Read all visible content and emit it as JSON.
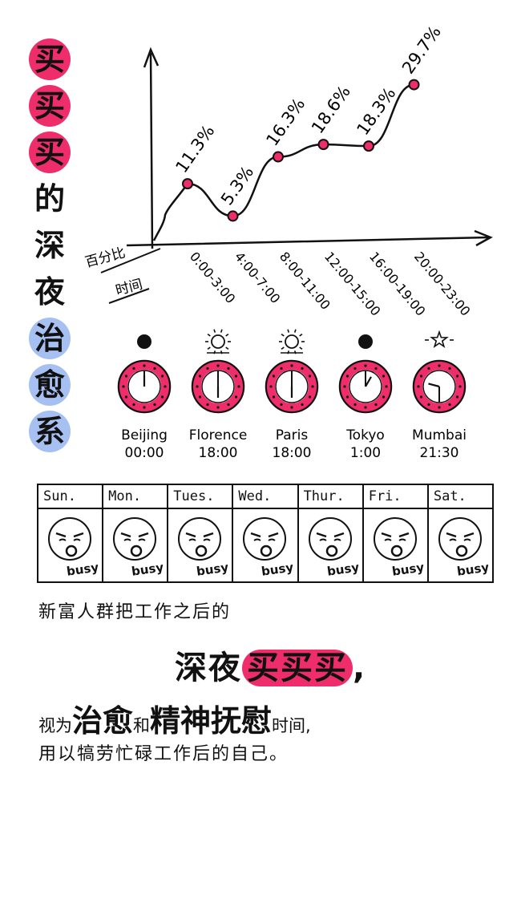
{
  "title_chars": [
    {
      "char": "买",
      "style": "pink"
    },
    {
      "char": "买",
      "style": "pink"
    },
    {
      "char": "买",
      "style": "pink"
    },
    {
      "char": "的",
      "style": "plain"
    },
    {
      "char": "深",
      "style": "plain"
    },
    {
      "char": "夜",
      "style": "plain"
    },
    {
      "char": "治",
      "style": "blue"
    },
    {
      "char": "愈",
      "style": "blue"
    },
    {
      "char": "系",
      "style": "blue"
    }
  ],
  "chart_data": {
    "type": "line",
    "ylabel": "百分比",
    "xlabel": "时间",
    "categories": [
      "0:00-3:00",
      "4:00-7:00",
      "8:00-11:00",
      "12:00-15:00",
      "16:00-19:00",
      "20:00-23:00"
    ],
    "points": [
      {
        "label": "11.3%",
        "value": 11.3
      },
      {
        "label": "5.3%",
        "value": 5.3
      },
      {
        "label": "16.3%",
        "value": 16.3
      },
      {
        "label": "18.6%",
        "value": 18.6
      },
      {
        "label": "18.3%",
        "value": 18.3
      },
      {
        "label": "29.7%",
        "value": 29.7
      }
    ],
    "ylim": [
      0,
      35
    ],
    "grid": false,
    "colors": {
      "marker": "#ee2d6a",
      "line": "#111111"
    }
  },
  "clocks": [
    {
      "city": "Beijing",
      "time": "00:00",
      "icon": "moon-icon",
      "hour": 0,
      "minute": 0
    },
    {
      "city": "Florence",
      "time": "18:00",
      "icon": "sun-icon",
      "hour": 18,
      "minute": 0
    },
    {
      "city": "Paris",
      "time": "18:00",
      "icon": "sun-icon",
      "hour": 18,
      "minute": 0
    },
    {
      "city": "Tokyo",
      "time": "1:00",
      "icon": "moon-icon",
      "hour": 1,
      "minute": 0
    },
    {
      "city": "Mumbai",
      "time": "21:30",
      "icon": "star-icon",
      "hour": 21,
      "minute": 30
    }
  ],
  "week": {
    "days": [
      "Sun.",
      "Mon.",
      "Tues.",
      "Wed.",
      "Thur.",
      "Fri.",
      "Sat."
    ],
    "badge": "busy"
  },
  "text": {
    "line1": "新富人群把工作之后的",
    "line2_prefix": "深夜",
    "line2_highlight": "买买买",
    "line2_suffix": ",",
    "line3_a": "视为",
    "line3_b": "治愈",
    "line3_c": "和",
    "line3_d": "精神抚慰",
    "line3_e": "时间,",
    "line4": "用以犒劳忙碌工作后的自己。"
  }
}
